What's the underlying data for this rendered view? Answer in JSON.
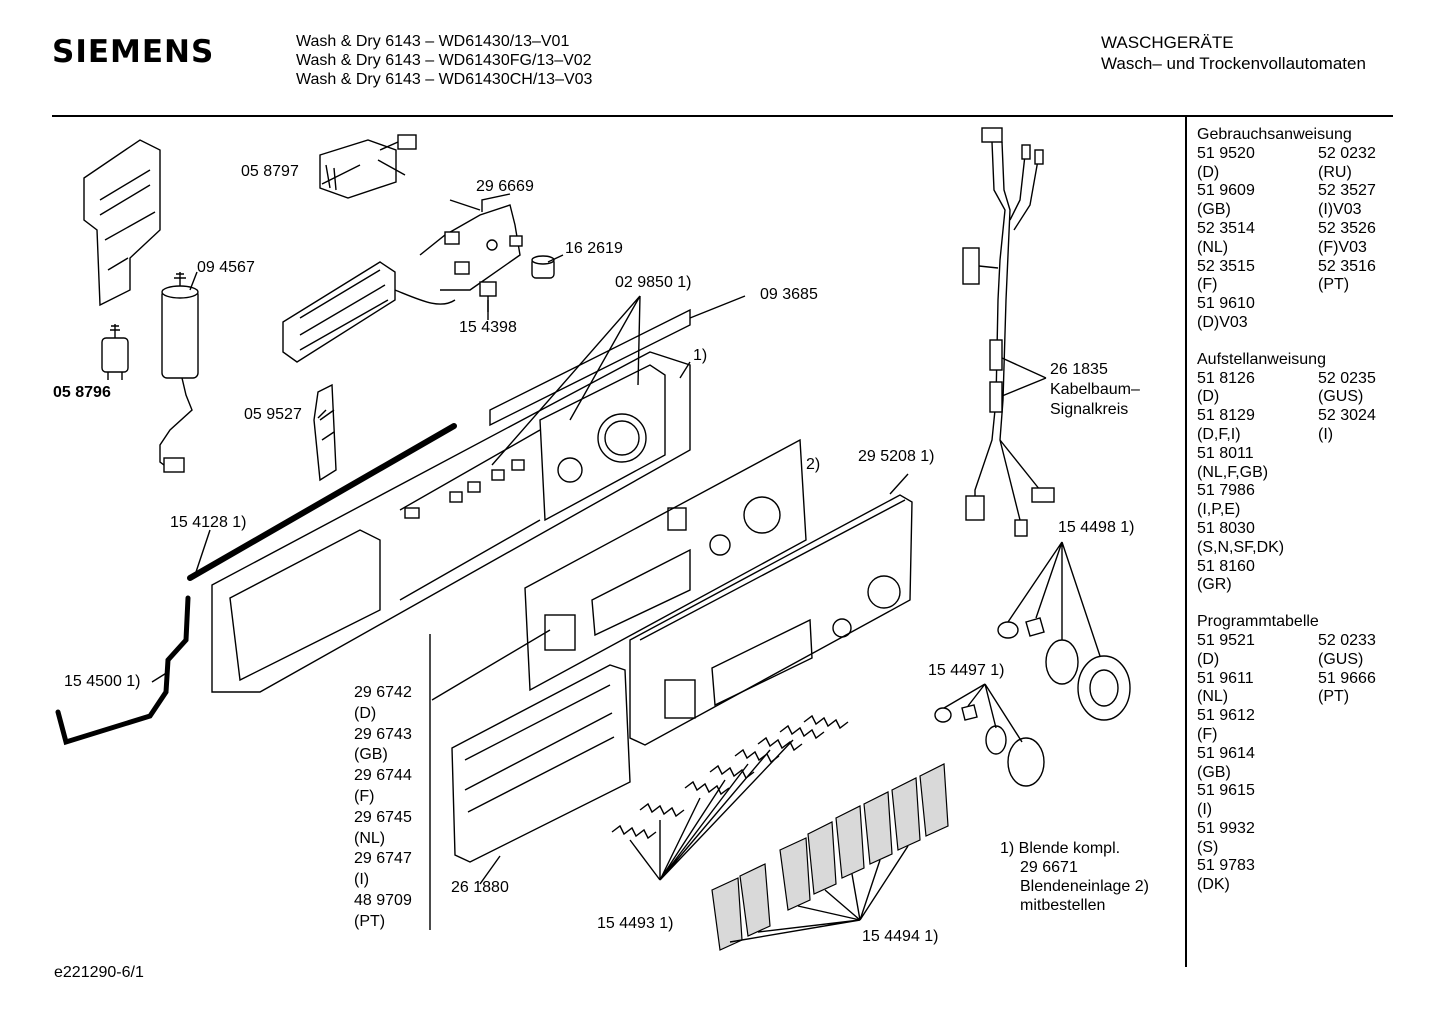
{
  "header": {
    "brand": "SIEMENS",
    "models": [
      "Wash & Dry 6143 – WD61430/13–V01",
      "Wash & Dry 6143 – WD61430FG/13–V02",
      "Wash & Dry 6143 – WD61430CH/13–V03"
    ],
    "category_title": "WASCHGERÄTE",
    "category_subtitle": "Wasch– und Trockenvollautomaten"
  },
  "part_labels": {
    "p058797": "05 8797",
    "p296669": "29 6669",
    "p094567": "09 4567",
    "p162619": "16 2619",
    "p029850": "02 9850 1)",
    "p093685": "09 3685",
    "p154398": "15 4398",
    "p058796": "05 8796",
    "p059527": "05 9527",
    "p1_top": "1)",
    "p2": "2)",
    "p295208": "29 5208 1)",
    "p154128": "15 4128 1)",
    "p154500": "15 4500 1)",
    "p154498": "15 4498 1)",
    "p154497": "15 4497 1)",
    "p261880": "26 1880",
    "p154493": "15 4493 1)",
    "p154494": "15 4494 1)",
    "cable_number": "26 1835",
    "cable_line1": "Kabelbaum–",
    "cable_line2": "Signalkreis"
  },
  "fascia_variants": [
    "29 6742",
    "(D)",
    "29 6743",
    "(GB)",
    "29 6744",
    "(F)",
    "29 6745",
    "(NL)",
    "29 6747",
    "(I)",
    "48 9709",
    "(PT)"
  ],
  "footnote": [
    "1) Blende kompl.",
    "29 6671",
    "Blendeneinlage 2)",
    "mitbestellen"
  ],
  "documents": [
    {
      "title": "Gebrauchsanweisung",
      "rows": [
        [
          "51 9520",
          "52 0232"
        ],
        [
          "(D)",
          "(RU)"
        ],
        [
          "51 9609",
          "52 3527"
        ],
        [
          "(GB)",
          "(I)V03"
        ],
        [
          "52 3514",
          "52 3526"
        ],
        [
          "(NL)",
          "(F)V03"
        ],
        [
          "52 3515",
          "52 3516"
        ],
        [
          "(F)",
          "(PT)"
        ],
        [
          "51 9610",
          ""
        ],
        [
          "(D)V03",
          ""
        ]
      ]
    },
    {
      "title": "Aufstellanweisung",
      "rows": [
        [
          "51 8126",
          "52 0235"
        ],
        [
          "(D)",
          "(GUS)"
        ],
        [
          "51 8129",
          "52 3024"
        ],
        [
          "(D,F,I)",
          "(I)"
        ],
        [
          "51 8011",
          ""
        ],
        [
          "(NL,F,GB)",
          ""
        ],
        [
          "51 7986",
          ""
        ],
        [
          "(I,P,E)",
          ""
        ],
        [
          "51 8030",
          ""
        ],
        [
          "(S,N,SF,DK)",
          ""
        ],
        [
          "51 8160",
          ""
        ],
        [
          "(GR)",
          ""
        ]
      ]
    },
    {
      "title": "Programmtabelle",
      "rows": [
        [
          "51 9521",
          "52 0233"
        ],
        [
          "(D)",
          "(GUS)"
        ],
        [
          "51 9611",
          "51 9666"
        ],
        [
          "(NL)",
          "(PT)"
        ],
        [
          "51 9612",
          ""
        ],
        [
          "(F)",
          ""
        ],
        [
          "51 9614",
          ""
        ],
        [
          "(GB)",
          ""
        ],
        [
          "51 9615",
          ""
        ],
        [
          "(I)",
          ""
        ],
        [
          "51 9932",
          ""
        ],
        [
          "(S)",
          ""
        ],
        [
          "51 9783",
          ""
        ],
        [
          "(DK)",
          ""
        ]
      ]
    }
  ],
  "footer_code": "e221290-6/1"
}
